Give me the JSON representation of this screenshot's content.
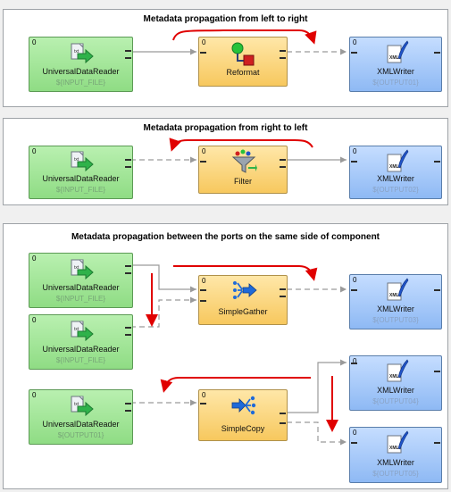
{
  "panels": [
    {
      "title": "Metadata propagation from left to right"
    },
    {
      "title": "Metadata propagation from right to left"
    },
    {
      "title": "Metadata propagation between the ports on the same side of component"
    }
  ],
  "nodes": {
    "p1_reader": {
      "zero": "0",
      "name": "UniversalDataReader",
      "sub": "${INPUT_FILE}"
    },
    "p1_reformat": {
      "zero": "0",
      "name": "Reformat"
    },
    "p1_writer": {
      "zero": "0",
      "name": "XMLWriter",
      "sub": "${OUTPUT01}"
    },
    "p2_reader": {
      "zero": "0",
      "name": "UniversalDataReader",
      "sub": "${INPUT_FILE}"
    },
    "p2_filter": {
      "zero": "0",
      "name": "Filter"
    },
    "p2_writer": {
      "zero": "0",
      "name": "XMLWriter",
      "sub": "${OUTPUT02}"
    },
    "p3_reader1": {
      "zero": "0",
      "name": "UniversalDataReader",
      "sub": "${INPUT_FILE}"
    },
    "p3_reader2": {
      "zero": "0",
      "name": "UniversalDataReader",
      "sub": "${INPUT_FILE}"
    },
    "p3_gather": {
      "zero": "0",
      "name": "SimpleGather"
    },
    "p3_writer3": {
      "zero": "0",
      "name": "XMLWriter",
      "sub": "${OUTPUT03}"
    },
    "p3_reader3": {
      "zero": "0",
      "name": "UniversalDataReader",
      "sub": "${OUTPUT01}"
    },
    "p3_copy": {
      "zero": "0",
      "name": "SimpleCopy"
    },
    "p3_writer4": {
      "zero": "0",
      "name": "XMLWriter",
      "sub": "${OUTPUT04}"
    },
    "p3_writer5": {
      "zero": "0",
      "name": "XMLWriter",
      "sub": "${OUTPUT05}"
    }
  },
  "icons": {
    "reader": "reader-icon",
    "writer": "xml-writer-icon",
    "reformat": "reformat-icon",
    "filter": "filter-icon",
    "gather": "gather-icon",
    "copy": "copy-icon"
  },
  "colors": {
    "reader": "#8fdc84",
    "transform": "#f7c85e",
    "writer": "#8eb9f4",
    "arrow": "#e00000",
    "edge": "#9a9a9a"
  }
}
